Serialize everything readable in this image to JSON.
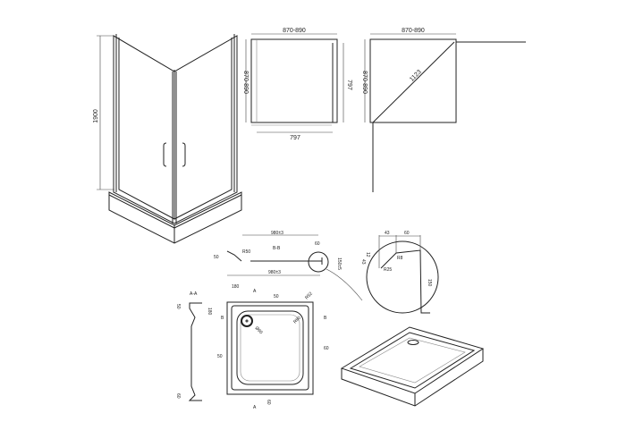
{
  "view_3d": {
    "height": "1900"
  },
  "plan_doors": {
    "width": "870-890",
    "depth": "870-890",
    "door_depth": "797",
    "door_width": "797"
  },
  "plan_corner": {
    "width": "870-890",
    "depth": "870-890",
    "diagonal": "1123"
  },
  "section_bb": {
    "title": "B-B",
    "top_dim": "980±3",
    "bottom_dim": "980±3",
    "radius": "R50",
    "detail_width": "60",
    "height": "150±5",
    "left_dim": "50"
  },
  "detail": {
    "d1": "43",
    "d2": "60",
    "d3": "43",
    "d4": "12",
    "r1": "R8",
    "r2": "R25",
    "height": "150"
  },
  "section_aa": {
    "title": "A-A",
    "top": "50",
    "bottom": "60"
  },
  "tray_plan": {
    "offset": "180",
    "cut_a_top": "A",
    "cut_a_bottom": "A",
    "cut_b_left": "B",
    "cut_b_right": "B",
    "drain_offset": "180",
    "top_rim": "50",
    "corner_r": "R52",
    "inner_r": "R80",
    "drain": "Ø90",
    "left_rim": "50",
    "right_rim": "60",
    "bottom_rim": "60"
  }
}
